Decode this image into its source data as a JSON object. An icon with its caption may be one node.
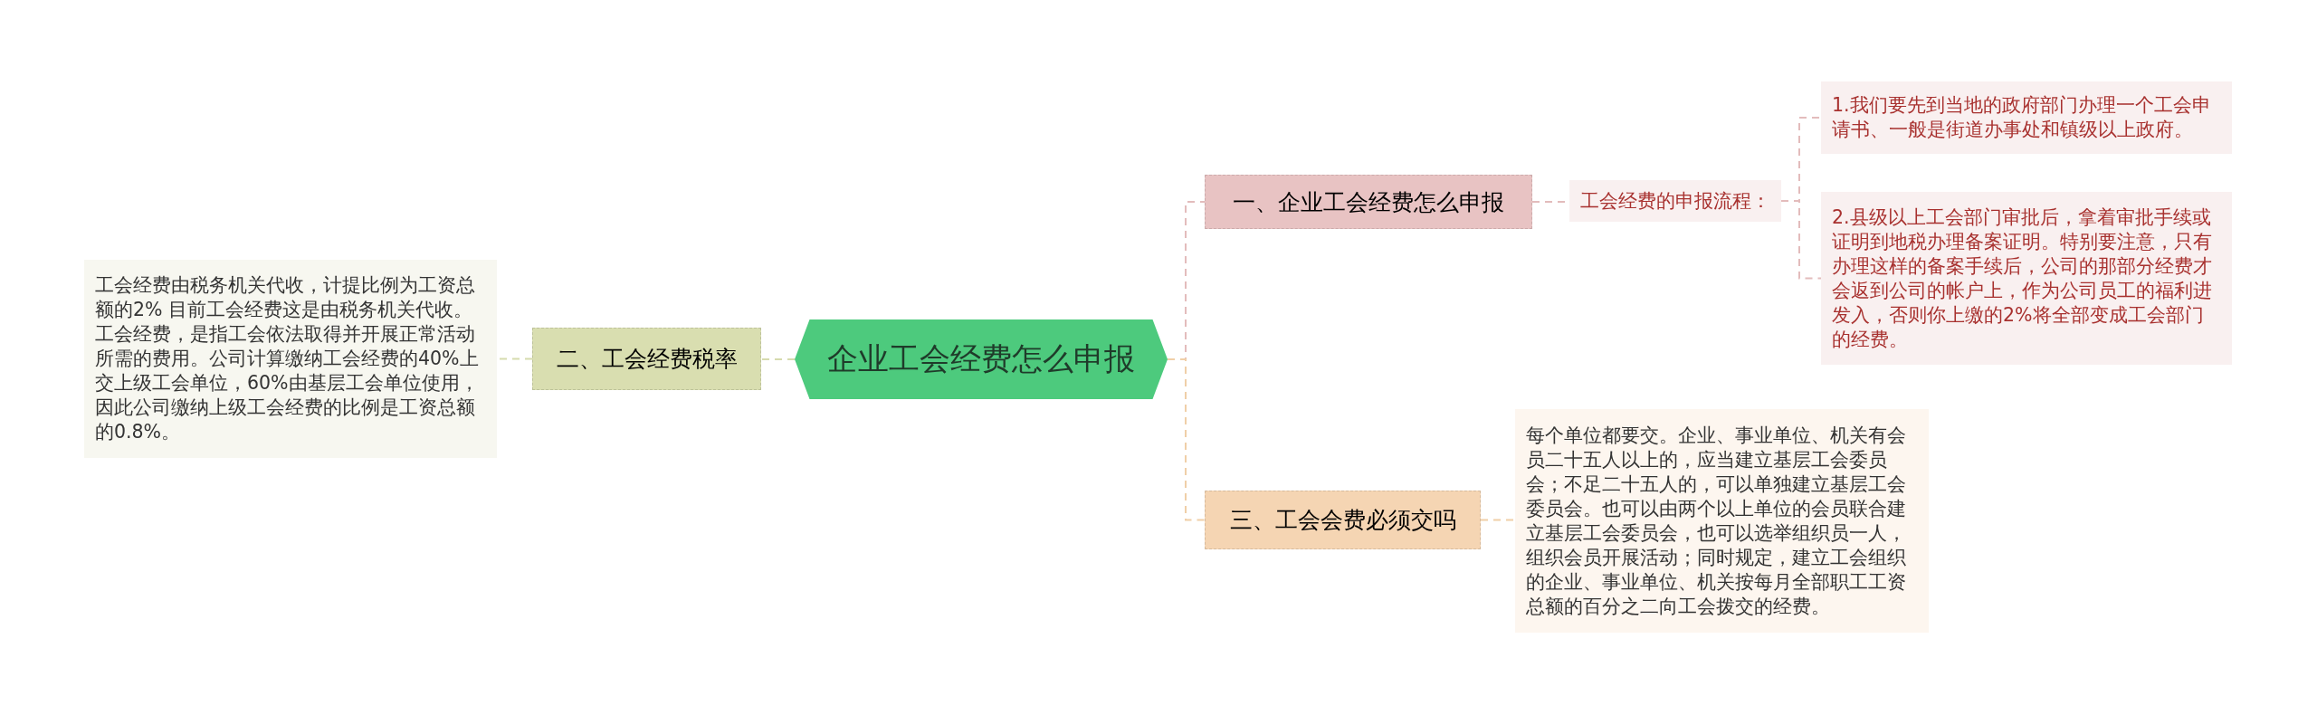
{
  "diagram": {
    "nodes": [
      {
        "text": [
          "企业工会经费怎么申报"
        ]
      },
      {
        "text": [
          "一、企业工会经费怎么申报"
        ]
      },
      {
        "text": [
          "工会经费的申报流程："
        ]
      },
      {
        "text": [
          "1.我们要先到当地的政府部门办理一个工会申请书、一般是街道办事处和镇级以上政府。"
        ]
      },
      {
        "text": [
          "2.县级以上工会部门审批后，拿着审批手续或证明到地税办理备案证明。特别要注意，只有办理这样的备案手续后，公司的那部分经费才会返到公司的帐户上，作为公司员工的福利进发入，否则你上缴的2%将全部变成工会部门的经费。"
        ]
      },
      {
        "text": [
          "二、工会经费税率"
        ]
      },
      {
        "text": [
          "工会经费由税务机关代收，计提比例为工资总额的2% 目前工会经费这是由税务机关代收。工会经费，是指工会依法取得并开展正常活动所需的费用。公司计算缴纳工会经费的40%上交上级工会单位，60%由基层工会单位使用，因此公司缴纳上级工会经费的比例是工资总额的0.8%。"
        ]
      },
      {
        "text": [
          "三、工会会费必须交吗"
        ]
      },
      {
        "text": [
          "每个单位都要交。企业、事业单位、机关有会员二十五人以上的，应当建立基层工会委员会；不足二十五人的，可以单独建立基层工会委员会。也可以由两个以上单位的会员联合建立基层工会委员会，也可以选举组织员一人，组织会员开展活动；同时规定，建立工会组织的企业、事业单位、机关按每月全部职工工资总额的百分之二向工会拨交的经费。"
        ]
      }
    ],
    "edges": [
      {
        "from": 0,
        "to": 1,
        "arrow": "none",
        "style": "dashed",
        "color": "#e3bcbc"
      },
      {
        "from": 1,
        "to": 2,
        "arrow": "none",
        "style": "dashed",
        "color": "#e3bcbc"
      },
      {
        "from": 2,
        "to": 3,
        "arrow": "none",
        "style": "dashed",
        "color": "#e3bcbc"
      },
      {
        "from": 2,
        "to": 4,
        "arrow": "none",
        "style": "dashed",
        "color": "#e3bcbc"
      },
      {
        "from": 0,
        "to": 5,
        "arrow": "none",
        "style": "dashed",
        "color": "#d6dbae"
      },
      {
        "from": 5,
        "to": 6,
        "arrow": "none",
        "style": "dashed",
        "color": "#d6dbae"
      },
      {
        "from": 0,
        "to": 7,
        "arrow": "none",
        "style": "dashed",
        "color": "#f0cfa8"
      },
      {
        "from": 7,
        "to": 8,
        "arrow": "none",
        "style": "dashed",
        "color": "#f0cfa8"
      }
    ]
  }
}
